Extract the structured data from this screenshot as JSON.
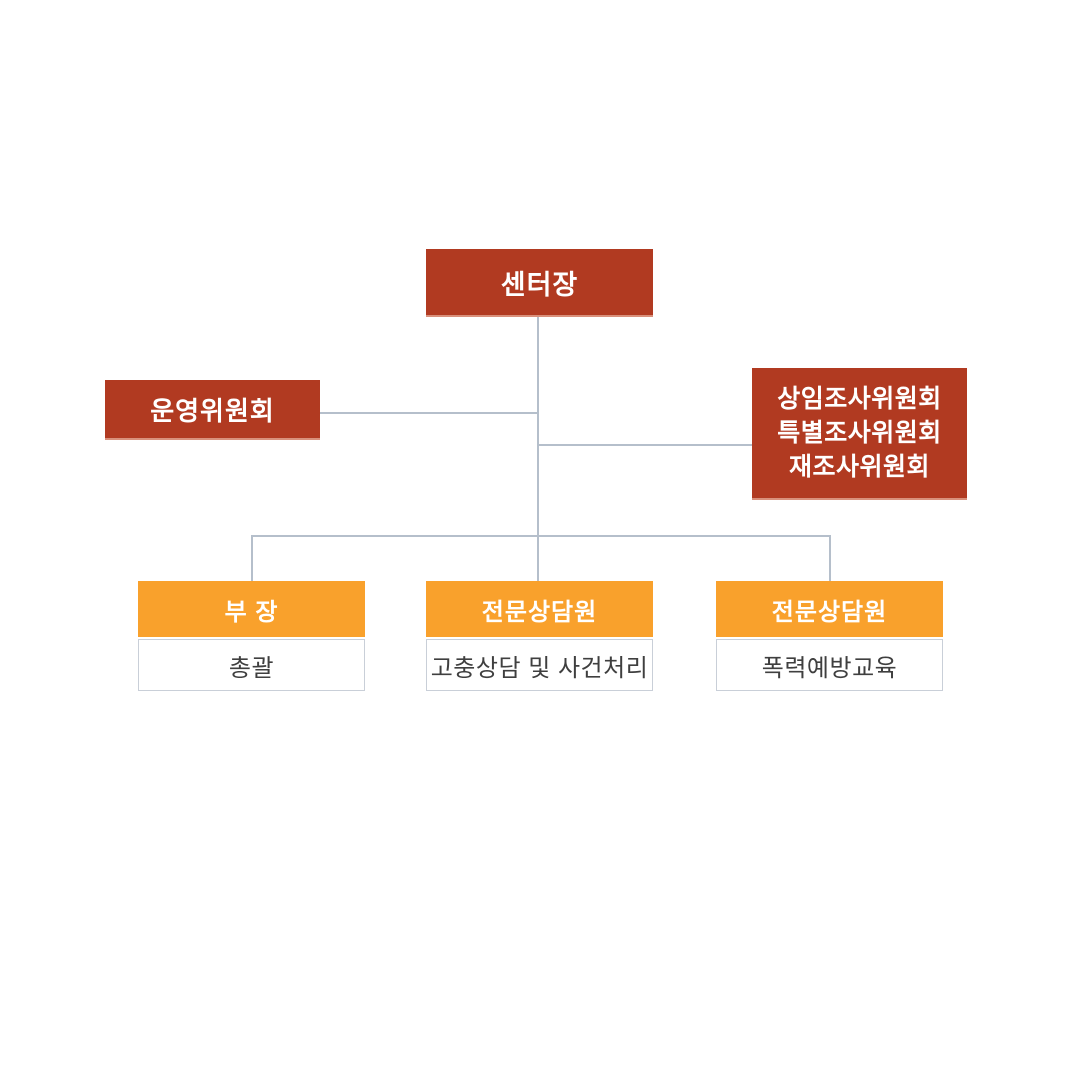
{
  "palette": {
    "box_red": "#b13a21",
    "box_red_bottom_edge": "#d9907b",
    "box_orange": "#f9a12c",
    "connector_line": "#b5bfcb",
    "body_box_border": "#c9cfd8",
    "body_text": "#3f3f3f",
    "header_text": "#ffffff",
    "background": "#ffffff"
  },
  "org": {
    "root": {
      "label": "센터장"
    },
    "left_committee": {
      "label": "운영위원회"
    },
    "right_committee": {
      "lines": [
        "상임조사위원회",
        "특별조사위원회",
        "재조사위원회"
      ]
    },
    "departments": [
      {
        "title": "부 장",
        "role": "총괄"
      },
      {
        "title": "전문상담원",
        "role": "고충상담 및 사건처리"
      },
      {
        "title": "전문상담원",
        "role": "폭력예방교육"
      }
    ]
  }
}
